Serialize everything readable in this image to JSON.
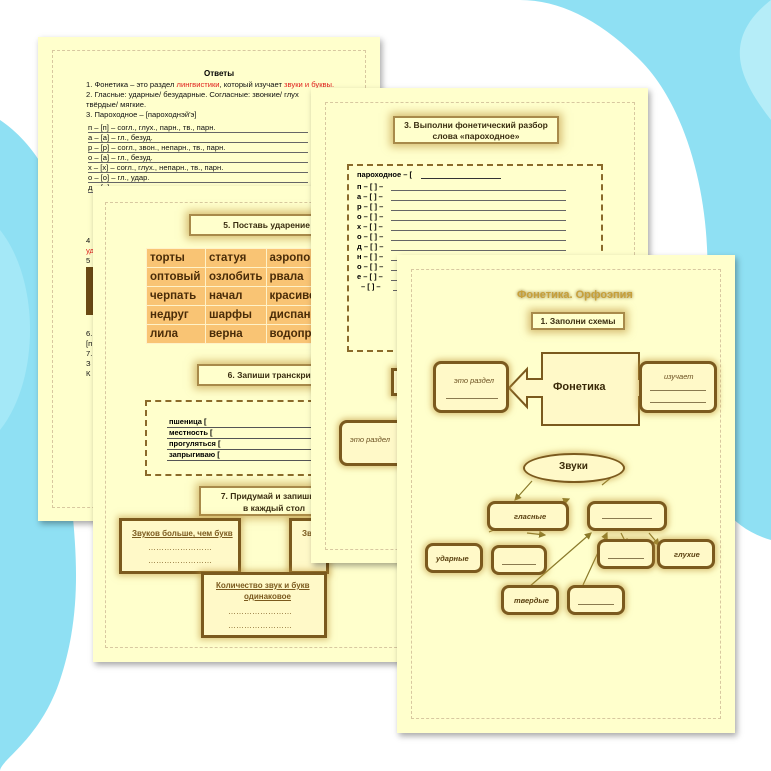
{
  "page1": {
    "title": "Ответы",
    "l1a": "1. Фонетика – это раздел ",
    "l1b": "лингвистики",
    "l1c": ", который изучает ",
    "l1d": "звуки и буквы.",
    "l2": "2. Гласные: ударные/ безударные. Согласные: звонкие/ глух",
    "l2b": "твёрдые/ мягкие.",
    "l3": "3. Пароходное – [пароходнэй'э]",
    "rows": [
      "п – [п] – согл., глух., парн., тв., парн.",
      "а – [а] – гл., безуд.",
      "р – [р] – согл., звон., непарн., тв., парн.",
      "о – [а] – гл., безуд.",
      "х – [х] – согл., глух., непарн., тв., парн.",
      "о – [о] – гл., удар.",
      "д – [д] – согл., звон., парн., тв., парн."
    ],
    "f4": "4",
    "f5": "5",
    "f6": "6.",
    "f7": "7.",
    "f8": "[п",
    "f9": "З",
    "f10": "К",
    "f11": "уд"
  },
  "page2": {
    "h5": "5. Поставь ударение в с",
    "table": [
      [
        "торты",
        "статуя",
        "аэропор"
      ],
      [
        "оптовый",
        "озлобить",
        "рвала"
      ],
      [
        "черпать",
        "начал",
        "красиве"
      ],
      [
        "недруг",
        "шарфы",
        "диспансе"
      ],
      [
        "лила",
        "верна",
        "водопро"
      ]
    ],
    "h6": "6. Запиши транскрипци",
    "words": [
      "пшеница [",
      "местность [",
      "прогуляться  [",
      "запрыгиваю ["
    ],
    "h7a": "7. Придумай и запиши по",
    "h7b": "в каждый стол",
    "b1": "Звуков больше, чем букв",
    "b2": "Зв",
    "b3a": "Количество звук и букв",
    "b3b": "одинаковое",
    "dots": "……………………"
  },
  "page3": {
    "h3a": "3. Выполни фонетический разбор",
    "h3b": "слова «пароходное»",
    "word": "пароходное – [",
    "letters": [
      "п – [  ] –",
      "а – [  ] –",
      "р – [  ] –",
      "о – [  ] –",
      "х – [  ] –",
      "о – [  ] –",
      "д – [  ] –",
      "н – [  ] –",
      "о – [  ] –",
      "е – [  ] –",
      "– [  ] –"
    ],
    "side": "это раздел"
  },
  "page4": {
    "title": "Фонетика. Орфоэпия",
    "h1": "1. Заполни схемы",
    "left_label": "это раздел",
    "center": "Фонетика",
    "right_label": "изучает",
    "sounds": "Звуки",
    "vowels": "гласные",
    "stressed": "ударные",
    "hard": "твердые",
    "voiceless": "глухие"
  }
}
